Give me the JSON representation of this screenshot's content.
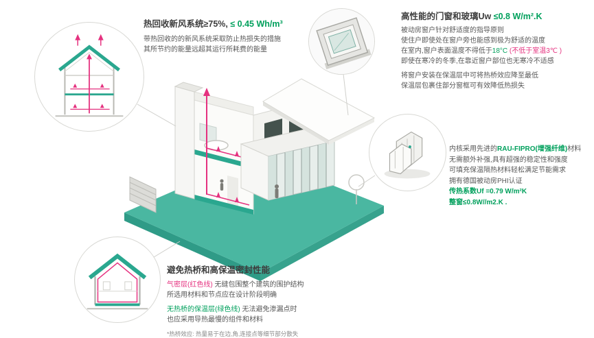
{
  "palette": {
    "teal": "#2aa78f",
    "teal_ground": "#4ab7a1",
    "teal_ground_dark": "#2f9b87",
    "green": "#00a05c",
    "red": "#e5317f",
    "text_dark": "#3d3d3d",
    "text_body": "#575757",
    "text_muted": "#8a8a8a",
    "line_gray": "#cfcfcb"
  },
  "callout_ventilation": {
    "title_main": "热回收新风系统≥75%,",
    "title_value": " ≤ 0.45 Wh/m³",
    "line1": "带热回收的的新风系统采取防止热损失的措施",
    "line2": "其所节约的能量远超其运行所耗费的能量"
  },
  "callout_window": {
    "title_main": "高性能的门窗和玻璃Uw ",
    "title_value": "≤0.8 W/m².K",
    "line1": "被动房窗户针对舒适度的指导原则",
    "line2": "使住户即使处在窗户旁也能感到极为舒适的温度",
    "line3_a": "在室内,窗户表面温度不得低于",
    "line3_b": "18°C",
    "line3_c": " (不低于室温3℃ )",
    "line4": "即使在寒冷的冬季,在靠近窗户部位也无寒冷不适感",
    "line5": "将窗户安装在保温层中可将热桥效应降至最低",
    "line6": "保温层包裹住部分窗框可有效降低热损失"
  },
  "callout_profile": {
    "line1_a": "内核采用先进的",
    "line1_b": "RAU-FIPRO(增强纤维)",
    "line1_c": "材料",
    "line2": "无需额外补强,具有超强的稳定性和强度",
    "line3": "可填充保温隔热材料轻松满足节能需求",
    "line4": "拥有德国被动房PHI认证",
    "line5": "传热系数Uf =0.79 W/m²K",
    "line6": "整窗≤0.8W//m2.K ."
  },
  "callout_thermal": {
    "title": "避免热桥和高保温密封性能",
    "p1_lead": "气密层(红色线)",
    "p1_rest": " 无缝包围整个建筑的围护结构",
    "p1_line2": "所选用材料和节点应在设计阶段明确",
    "p2_lead": "无热桥的保温层(绿色线)",
    "p2_rest": " 无法避免渗漏点时",
    "p2_line2": "也应采用导热最慢的组件和材料",
    "footnote": "*热桥效应: 热量易于在边,角,连接点等细节部分散失"
  }
}
